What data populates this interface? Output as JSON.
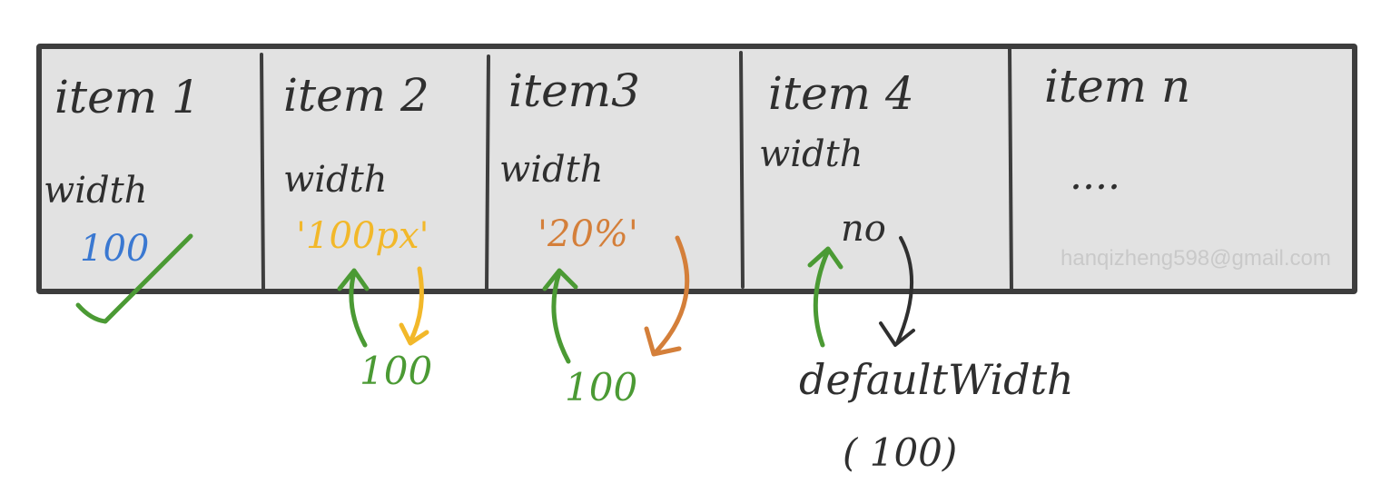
{
  "items": [
    {
      "title": "item 1",
      "width_label": "width",
      "value": "100",
      "value_color": "#3a78d1"
    },
    {
      "title": "item 2",
      "width_label": "width",
      "value": "'100px'",
      "value_color": "#f2b82a"
    },
    {
      "title": "item3",
      "width_label": "width",
      "value": "'20%'",
      "value_color": "#d47f3a"
    },
    {
      "title": "item 4",
      "width_label": "width",
      "value": "no",
      "value_color": "#2f2f2f"
    },
    {
      "title": "item n",
      "width_label": "",
      "value": "....",
      "value_color": "#2f2f2f"
    }
  ],
  "results": {
    "item2": "100",
    "item3": "100",
    "item4_label": "defaultWidth",
    "item4_value": "( 100)"
  },
  "watermark": "hanqizheng598@gmail.com",
  "colors": {
    "green": "#4b9a34",
    "yellow": "#f2b82a",
    "orange": "#d47f3a",
    "dark": "#2f2f2f",
    "blue": "#3a78d1"
  }
}
